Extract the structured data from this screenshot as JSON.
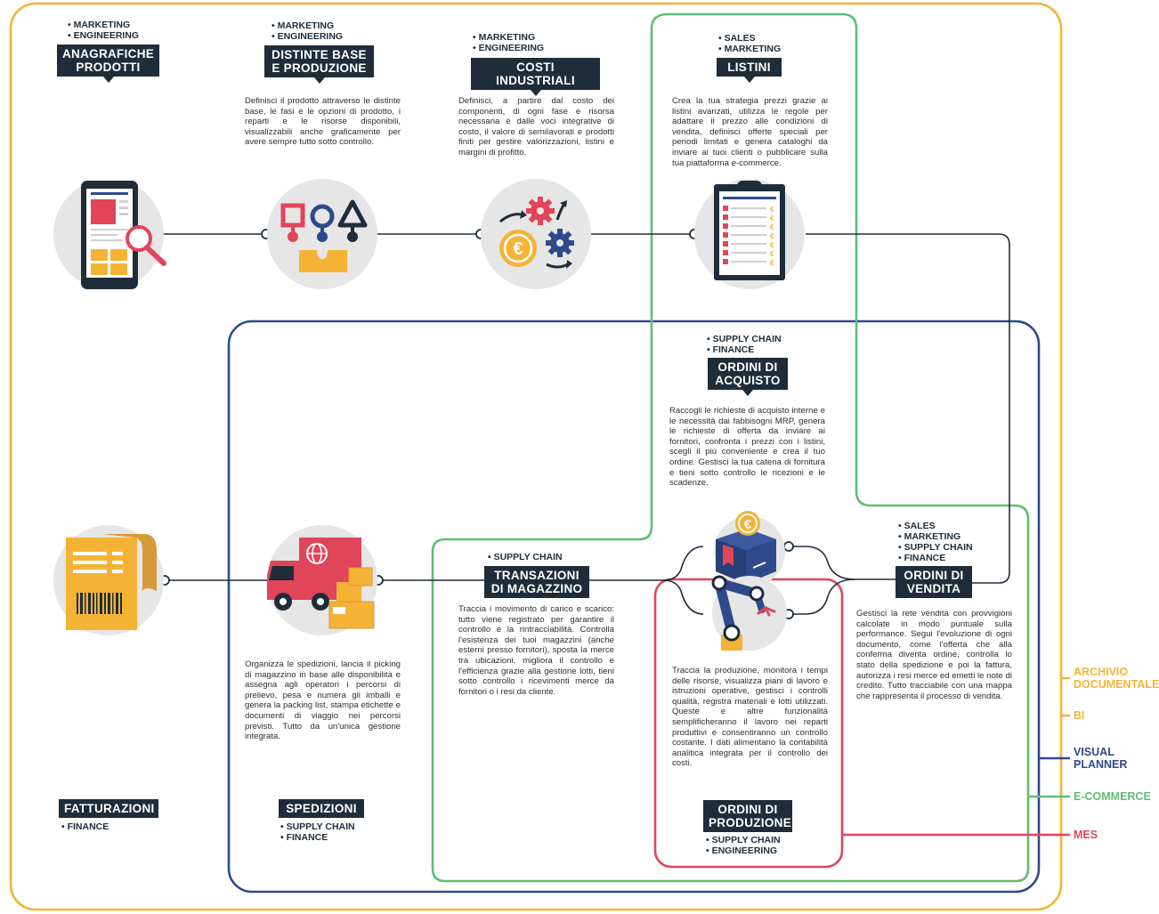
{
  "colors": {
    "archivio": "#f5b335",
    "bi": "#f5b335",
    "visual_planner": "#2f4a8c",
    "ecommerce": "#5fbd72",
    "mes": "#e0455a",
    "dark": "#1f2d3a",
    "circle_bg": "#e6e6e6"
  },
  "nodes": {
    "anagrafiche": {
      "tags": [
        "• MARKETING",
        "• ENGINEERING"
      ],
      "title": "ANAGRAFICHE\nPRODOTTI"
    },
    "distinte": {
      "tags": [
        "• MARKETING",
        "• ENGINEERING"
      ],
      "title": "DISTINTE BASE\nE PRODUZIONE",
      "description": "Definisci il prodotto attraverso le distinte base, le fasi e le opzioni di prodotto, i reparti e le risorse disponibili, visualizzabili anche graficamente per avere sempre tutto sotto controllo."
    },
    "costi": {
      "tags": [
        "• MARKETING",
        "• ENGINEERING"
      ],
      "title": "COSTI INDUSTRIALI",
      "description": "Definisci, a partire dal costo dei componenti, di ogni fase e risorsa necessaria e dalle voci integrative di costo, il valore di semilavorati e prodotti finiti per gestire valorizzazioni, listini e margini di profitto."
    },
    "listini": {
      "tags": [
        "• SALES",
        "• MARKETING"
      ],
      "title": "LISTINI",
      "description": "Crea la tua strategia prezzi grazie ai listini avanzati, utilizza le regole per adattare il prezzo alle condizioni di vendita, definisci offerte speciali per periodi limitati e genera cataloghi da inviare ai tuoi clienti o pubblicare sulla tua piattaforma e-commerce."
    },
    "ordini_acquisto": {
      "tags": [
        "• SUPPLY CHAIN",
        "• FINANCE"
      ],
      "title": "ORDINI DI\nACQUISTO",
      "description": "Raccogli le richieste di acquisto interne e le necessità dai fabbisogni MRP, genera le richieste di offerta da inviare ai fornitori, confronta i prezzi con i listini, scegli il più conveniente e crea il tuo ordine. Gestisci la tua catena di fornitura e tieni sotto controllo le ricezioni e le scadenze."
    },
    "transazioni": {
      "tags": [
        "• SUPPLY CHAIN"
      ],
      "title": "TRANSAZIONI\nDI MAGAZZINO",
      "description": "Traccia i movimento di carico e scarico: tutto viene registrato per garantire il controllo e la rintracciabilità. Controlla l'esistenza dei tuoi magazzini (anche esterni presso fornitori), sposta la merce tra ubicazioni, migliora il controllo e l'efficienza grazie alla gestione lotti, tieni sotto controllo i ricevimenti merce da fornitori o i resi da cliente."
    },
    "ordini_vendita": {
      "tags": [
        "• SALES",
        "• MARKETING",
        "• SUPPLY CHAIN",
        "• FINANCE"
      ],
      "title": "ORDINI DI\nVENDITA",
      "description": "Gestisci la rete vendita con provvigioni calcolate in modo puntuale sulla performance. Segui l'evoluzione di ogni documento, come l'offerta che alla conferma diventa ordine, controlla lo stato della spedizione e poi la fattura, autorizza i resi merce ed emetti le note di credito. Tutto tracciabile con una mappa che rappresenta il processo di vendita."
    },
    "spedizioni": {
      "tags": [
        "• SUPPLY CHAIN",
        "• FINANCE"
      ],
      "title": "SPEDIZIONI",
      "description": "Organizza le spedizioni, lancia il picking di magazzino in base alle disponibilità e assegna agli operatori i percorsi di prelievo, pesa e numera gli imballi e genera la packing list, stampa etichette e documenti di viaggio nei percorsi previsti. Tutto da un'unica gestione integrata."
    },
    "fatturazioni": {
      "tags": [
        "• FINANCE"
      ],
      "title": "FATTURAZIONI"
    },
    "ordini_produzione": {
      "tags": [
        "• SUPPLY CHAIN",
        "• ENGINEERING"
      ],
      "title": "ORDINI DI\nPRODUZIONE",
      "description": "Traccia la produzione, monitora i tempi delle risorse, visualizza piani di lavoro e istruzioni operative, gestisci i controlli qualità, registra materiali e lotti utilizzati. Queste e altre funzionalità semplificheranno il lavoro nei reparti produttivi e consentiranno un controllo costante. I dati alimentano la contabilità analitica integrata per il controllo dei costi."
    }
  },
  "legend": [
    {
      "label": "ARCHIVIO\nDOCUMENTALE",
      "color": "#f5b335"
    },
    {
      "label": "BI",
      "color": "#f5b335"
    },
    {
      "label": "VISUAL\nPLANNER",
      "color": "#2f4a8c"
    },
    {
      "label": "E-COMMERCE",
      "color": "#5fbd72"
    },
    {
      "label": "MES",
      "color": "#e0455a"
    }
  ],
  "icons": {
    "anagrafiche": "tablet-search-icon",
    "distinte": "shapes-bom-icon",
    "costi": "gears-euro-icon",
    "listini": "clipboard-pricelist-icon",
    "fatturazioni": "invoice-receipt-icon",
    "spedizioni": "delivery-truck-icon",
    "acquisto": "euro-box-icon",
    "produzione": "robot-arm-icon"
  }
}
